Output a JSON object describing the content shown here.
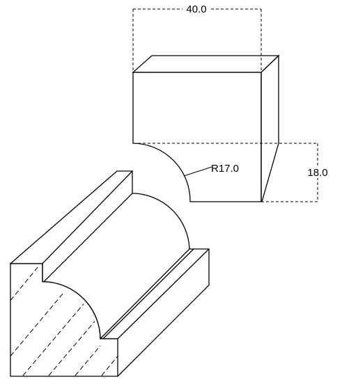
{
  "diagram": {
    "dimensions": {
      "width_label": "40.0",
      "radius_label": "R17.0",
      "height_label": "18.0"
    }
  }
}
